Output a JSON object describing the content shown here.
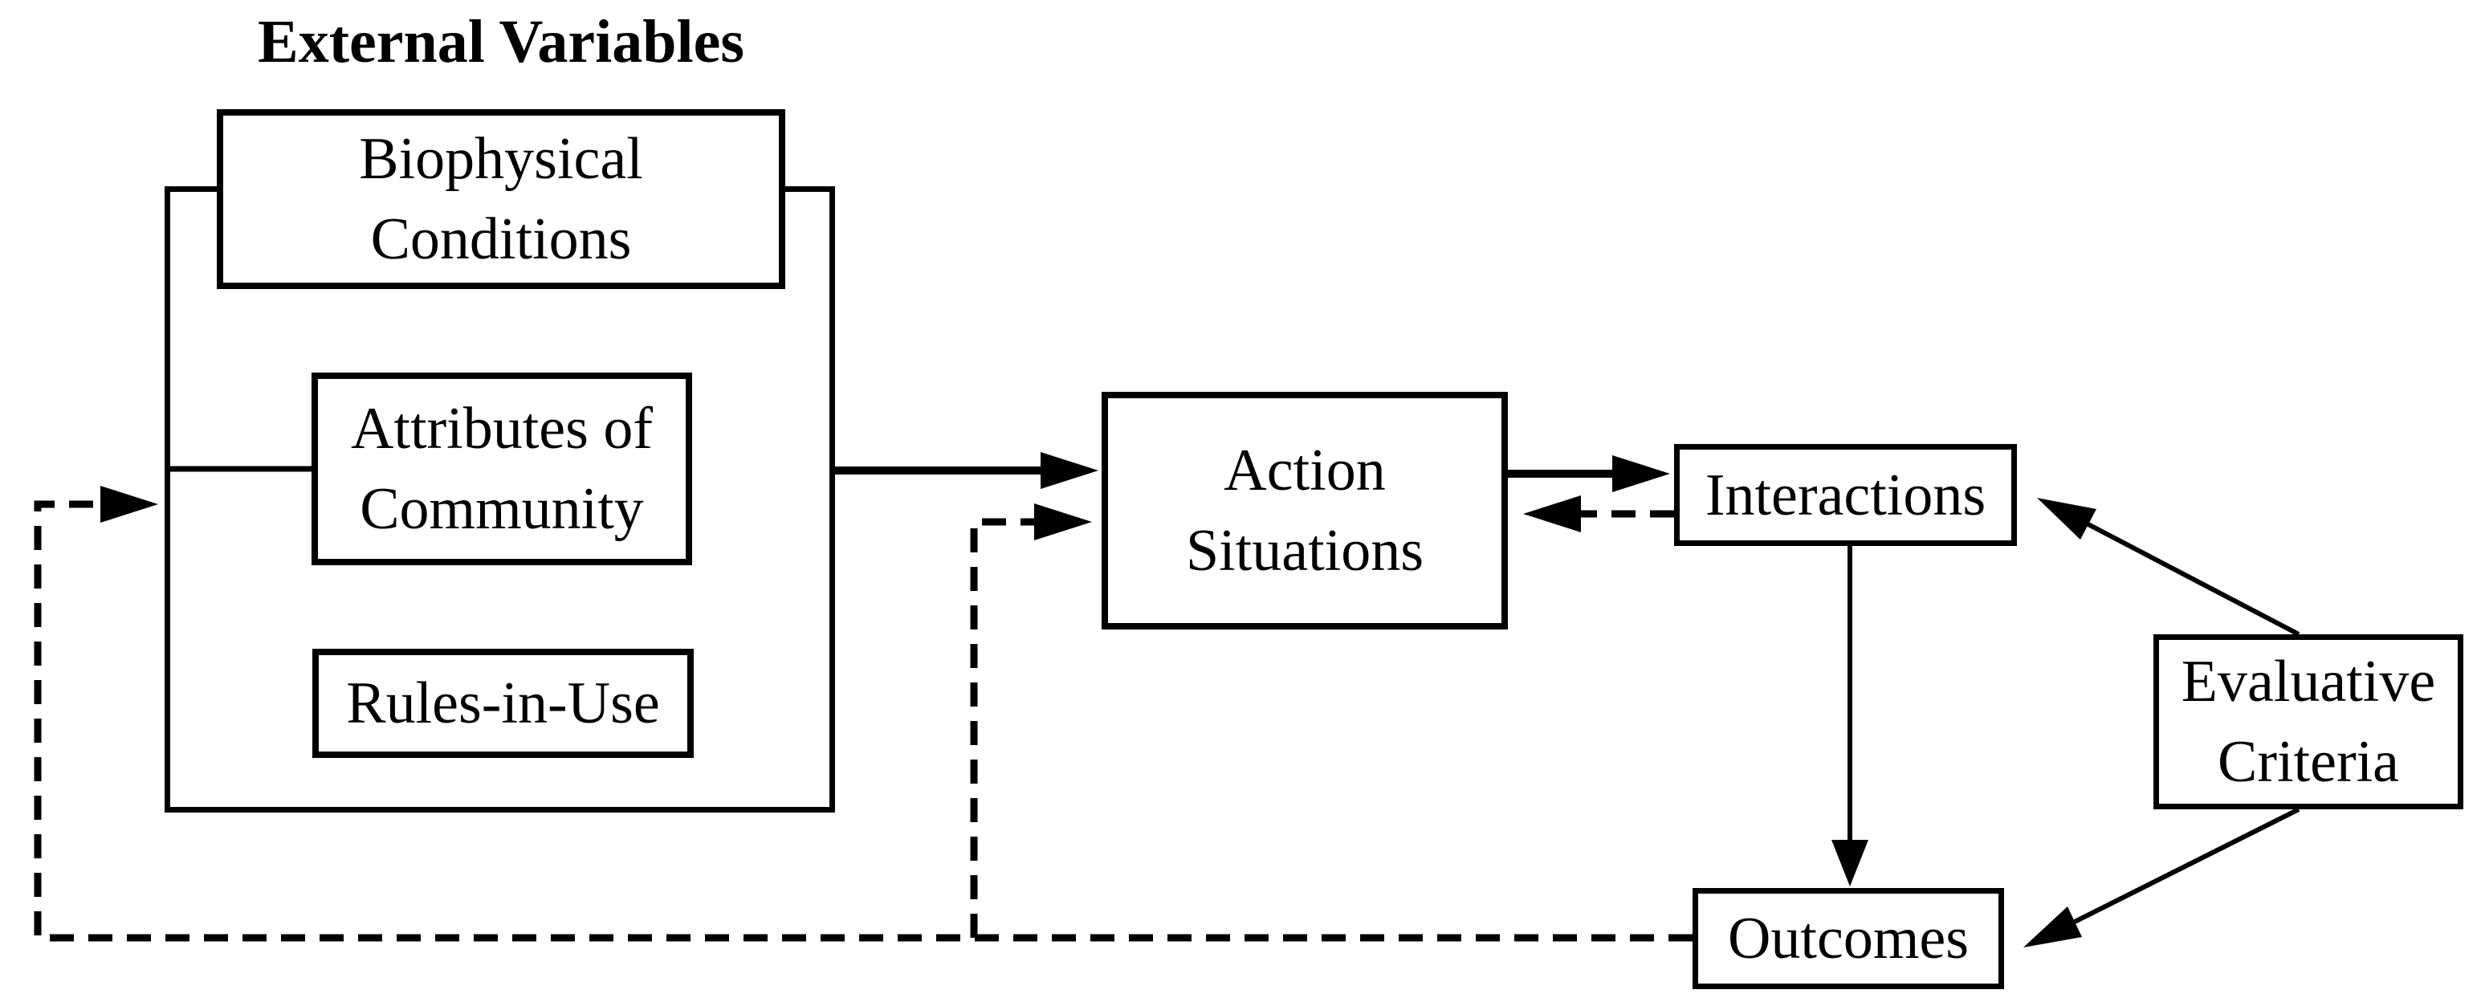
{
  "diagram": {
    "title": "External Variables",
    "nodes": {
      "biophysical": {
        "line1": "Biophysical",
        "line2": "Conditions"
      },
      "attributes": {
        "line1": "Attributes of",
        "line2": "Community"
      },
      "rules": {
        "label": "Rules-in-Use"
      },
      "action": {
        "line1": "Action",
        "line2": "Situations"
      },
      "interactions": {
        "label": "Interactions"
      },
      "evaluative": {
        "line1": "Evaluative",
        "line2": "Criteria"
      },
      "outcomes": {
        "label": "Outcomes"
      }
    },
    "edges": [
      {
        "from": "external-variables",
        "to": "action-situations",
        "style": "solid-arrow"
      },
      {
        "from": "outcomes",
        "to": "action-situations",
        "style": "dashed-arrow"
      },
      {
        "from": "action-situations",
        "to": "interactions",
        "style": "solid-arrow"
      },
      {
        "from": "interactions",
        "to": "action-situations",
        "style": "dashed-arrow"
      },
      {
        "from": "interactions",
        "to": "outcomes",
        "style": "solid-arrow"
      },
      {
        "from": "evaluative-criteria",
        "to": "interactions",
        "style": "solid-arrow"
      },
      {
        "from": "evaluative-criteria",
        "to": "outcomes",
        "style": "solid-arrow"
      },
      {
        "from": "outcomes",
        "to": "external-variables",
        "style": "dashed-arrow"
      }
    ],
    "colors": {
      "ink": "#000000",
      "background": "#ffffff"
    }
  }
}
